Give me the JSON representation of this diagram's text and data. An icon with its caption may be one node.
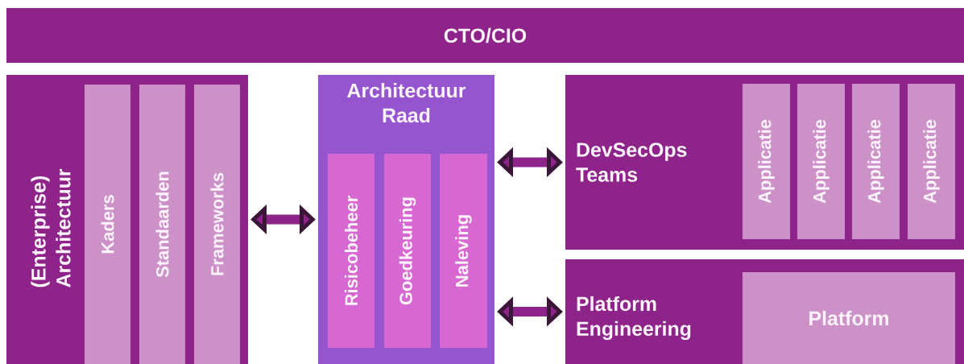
{
  "diagram": {
    "nodes": [
      {
        "text": [
          "CTO/CIO"
        ]
      },
      {
        "text": [
          "(Enterprise) Architectuur"
        ]
      },
      {
        "text": [
          "Kaders"
        ],
        "in": 1
      },
      {
        "text": [
          "Standaarden"
        ],
        "in": 1
      },
      {
        "text": [
          "Frameworks"
        ],
        "in": 1
      },
      {
        "text": [
          "Architectuur Raad"
        ]
      },
      {
        "text": [
          "Risicobeheer"
        ],
        "in": 5
      },
      {
        "text": [
          "Goedkeuring"
        ],
        "in": 5
      },
      {
        "text": [
          "Naleving"
        ],
        "in": 5
      },
      {
        "text": [
          "DevSecOps Teams"
        ]
      },
      {
        "text": [
          "Applicatie"
        ],
        "in": 9
      },
      {
        "text": [
          "Applicatie"
        ],
        "in": 9
      },
      {
        "text": [
          "Applicatie"
        ],
        "in": 9
      },
      {
        "text": [
          "Applicatie"
        ],
        "in": 9
      },
      {
        "text": [
          "Platform Engineering"
        ]
      },
      {
        "text": [
          "Platform"
        ],
        "in": 14
      }
    ],
    "edges": [
      {
        "from": 1,
        "to": 5,
        "arrow": "both"
      },
      {
        "from": 5,
        "to": 9,
        "arrow": "both"
      },
      {
        "from": 5,
        "to": 14,
        "arrow": "both"
      }
    ]
  }
}
